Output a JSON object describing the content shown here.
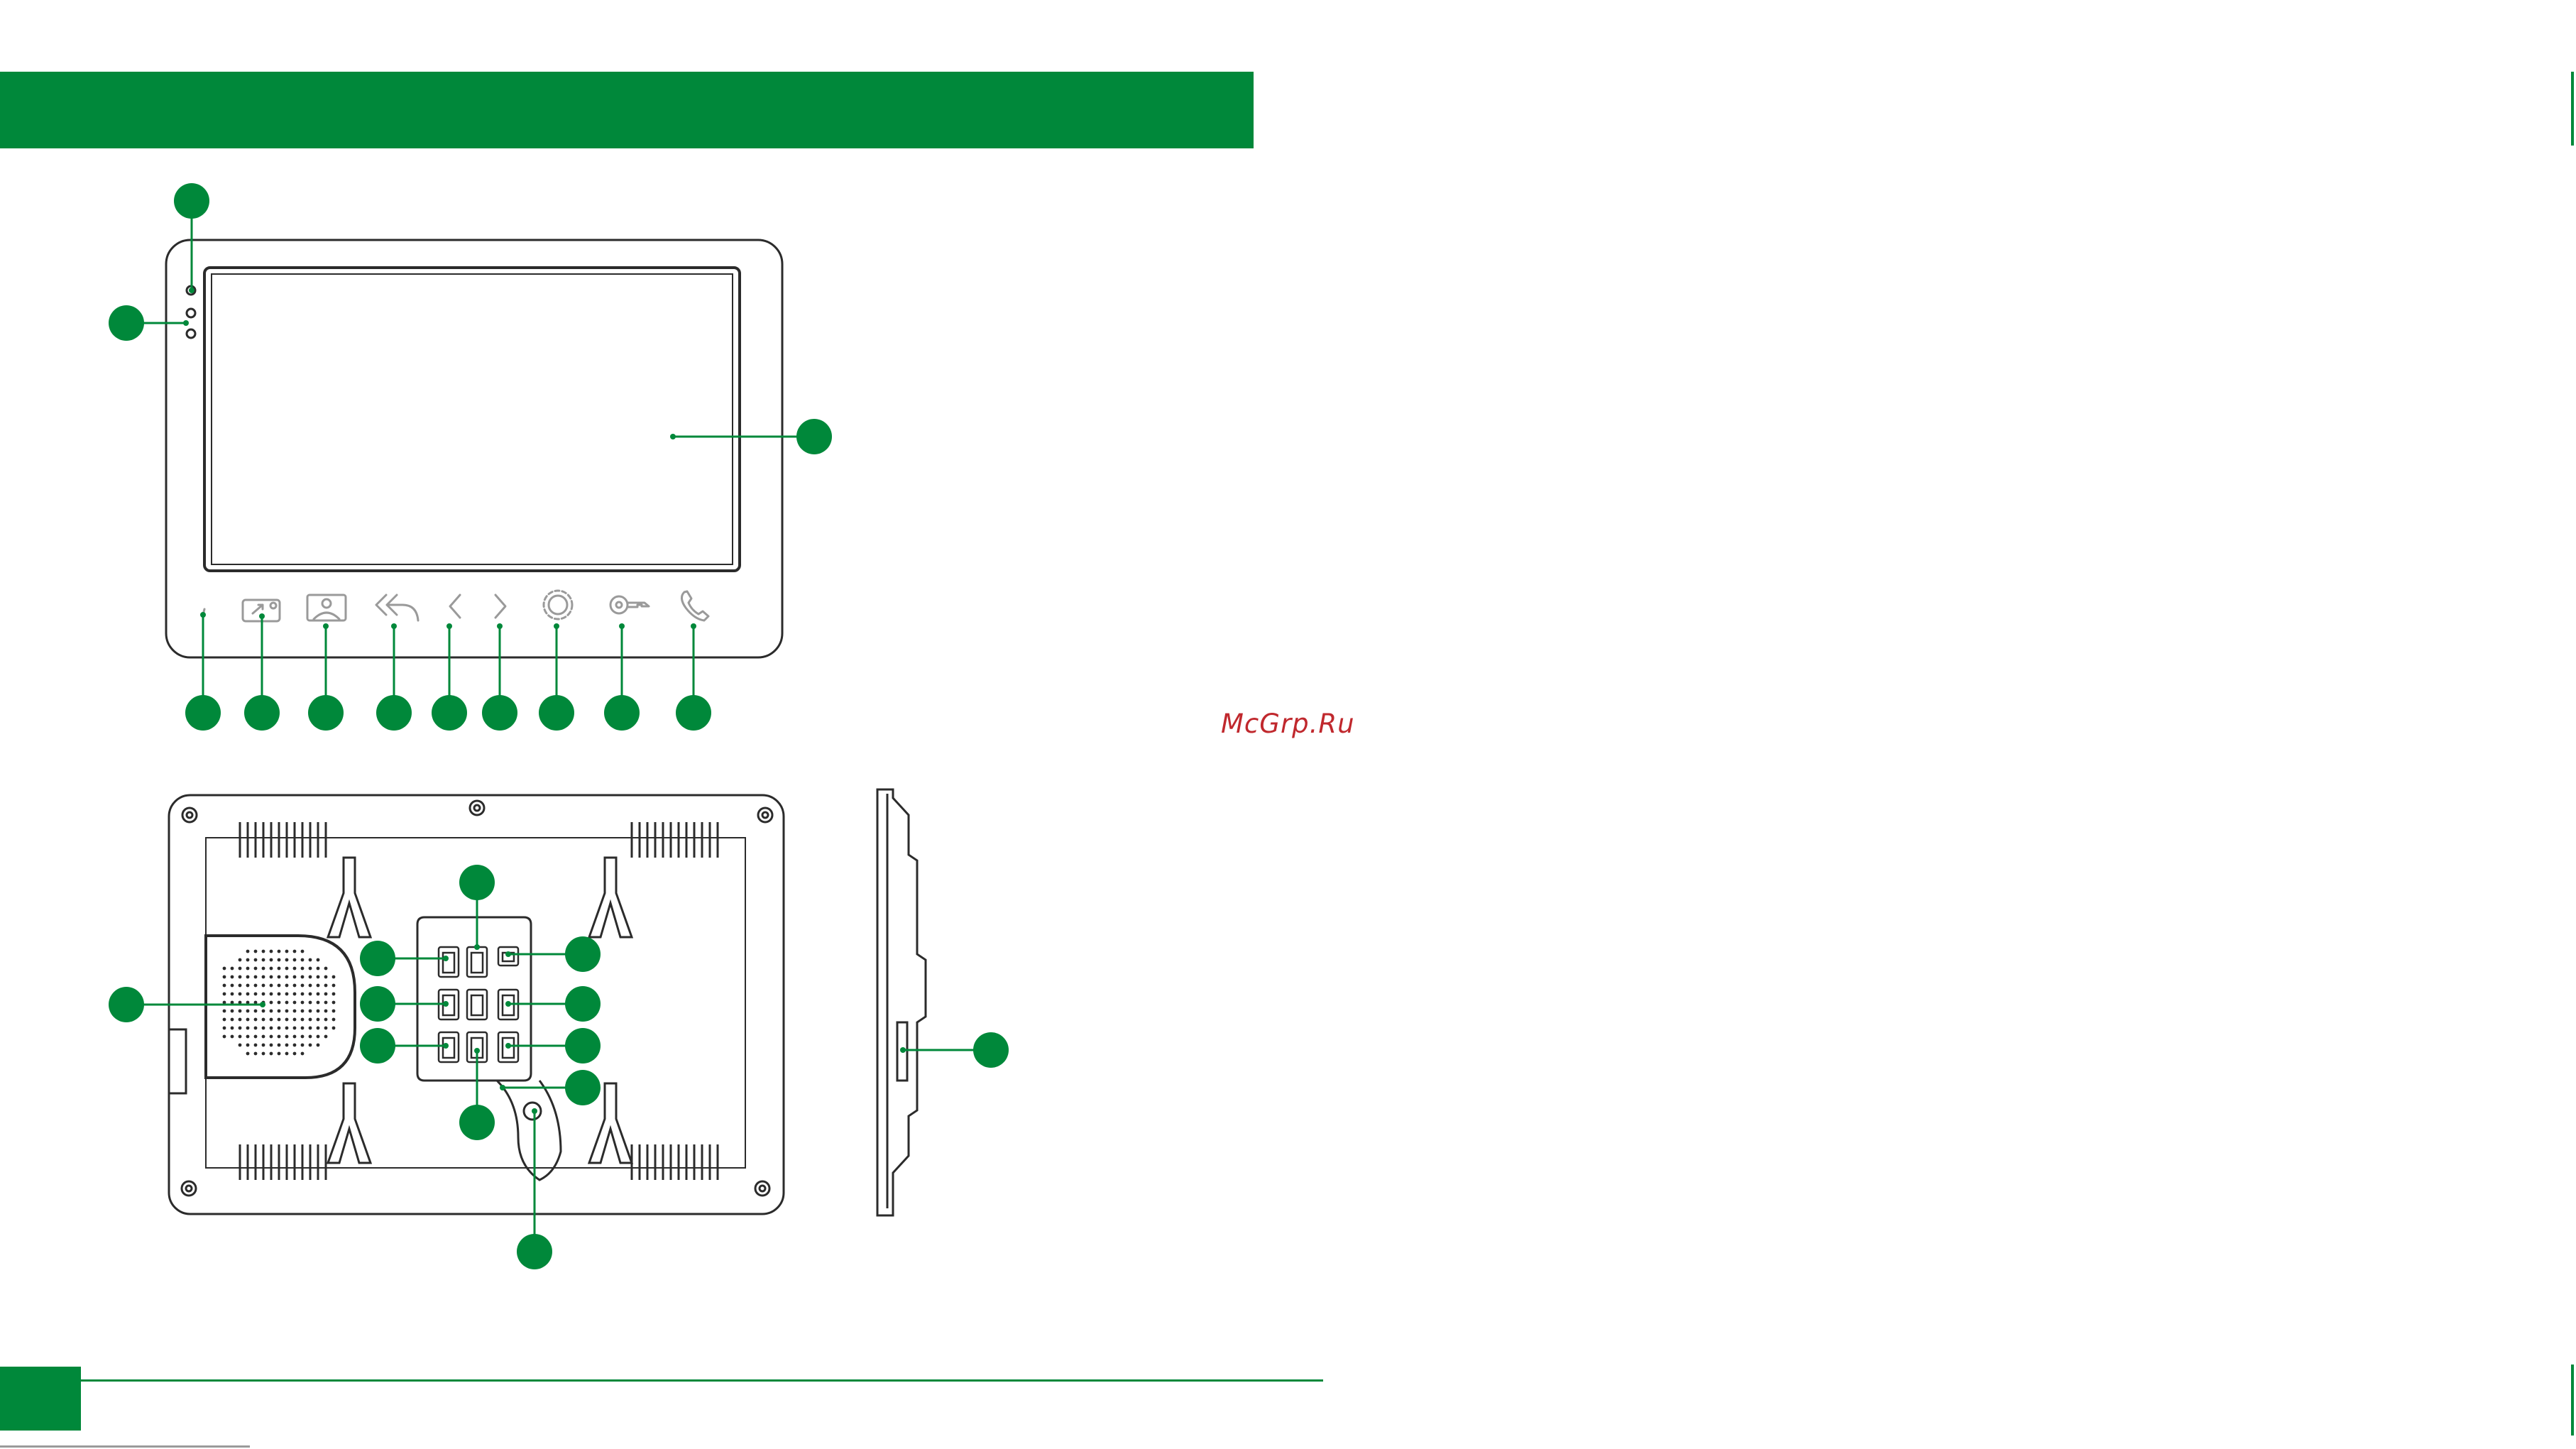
{
  "watermark": {
    "text": "McGrp.Ru"
  },
  "colors": {
    "accent": "#00883a",
    "outline": "#2b2b2b",
    "faint": "#9a9a9a",
    "watermark": "#c0282d"
  },
  "front_view": {
    "icons": [
      "microphone-icon",
      "camera-switch-icon",
      "photo-icon",
      "back-arrow-icon",
      "left-chevron-icon",
      "right-chevron-icon",
      "settings-gear-icon",
      "key-unlock-icon",
      "handset-icon"
    ]
  },
  "rear_view": {
    "parts": [
      "speaker-grille",
      "connector-block",
      "mounting-hooks",
      "ventilation-slots",
      "cable-strain-relief"
    ]
  },
  "side_view": {
    "parts": [
      "side-profile",
      "side-port"
    ]
  }
}
